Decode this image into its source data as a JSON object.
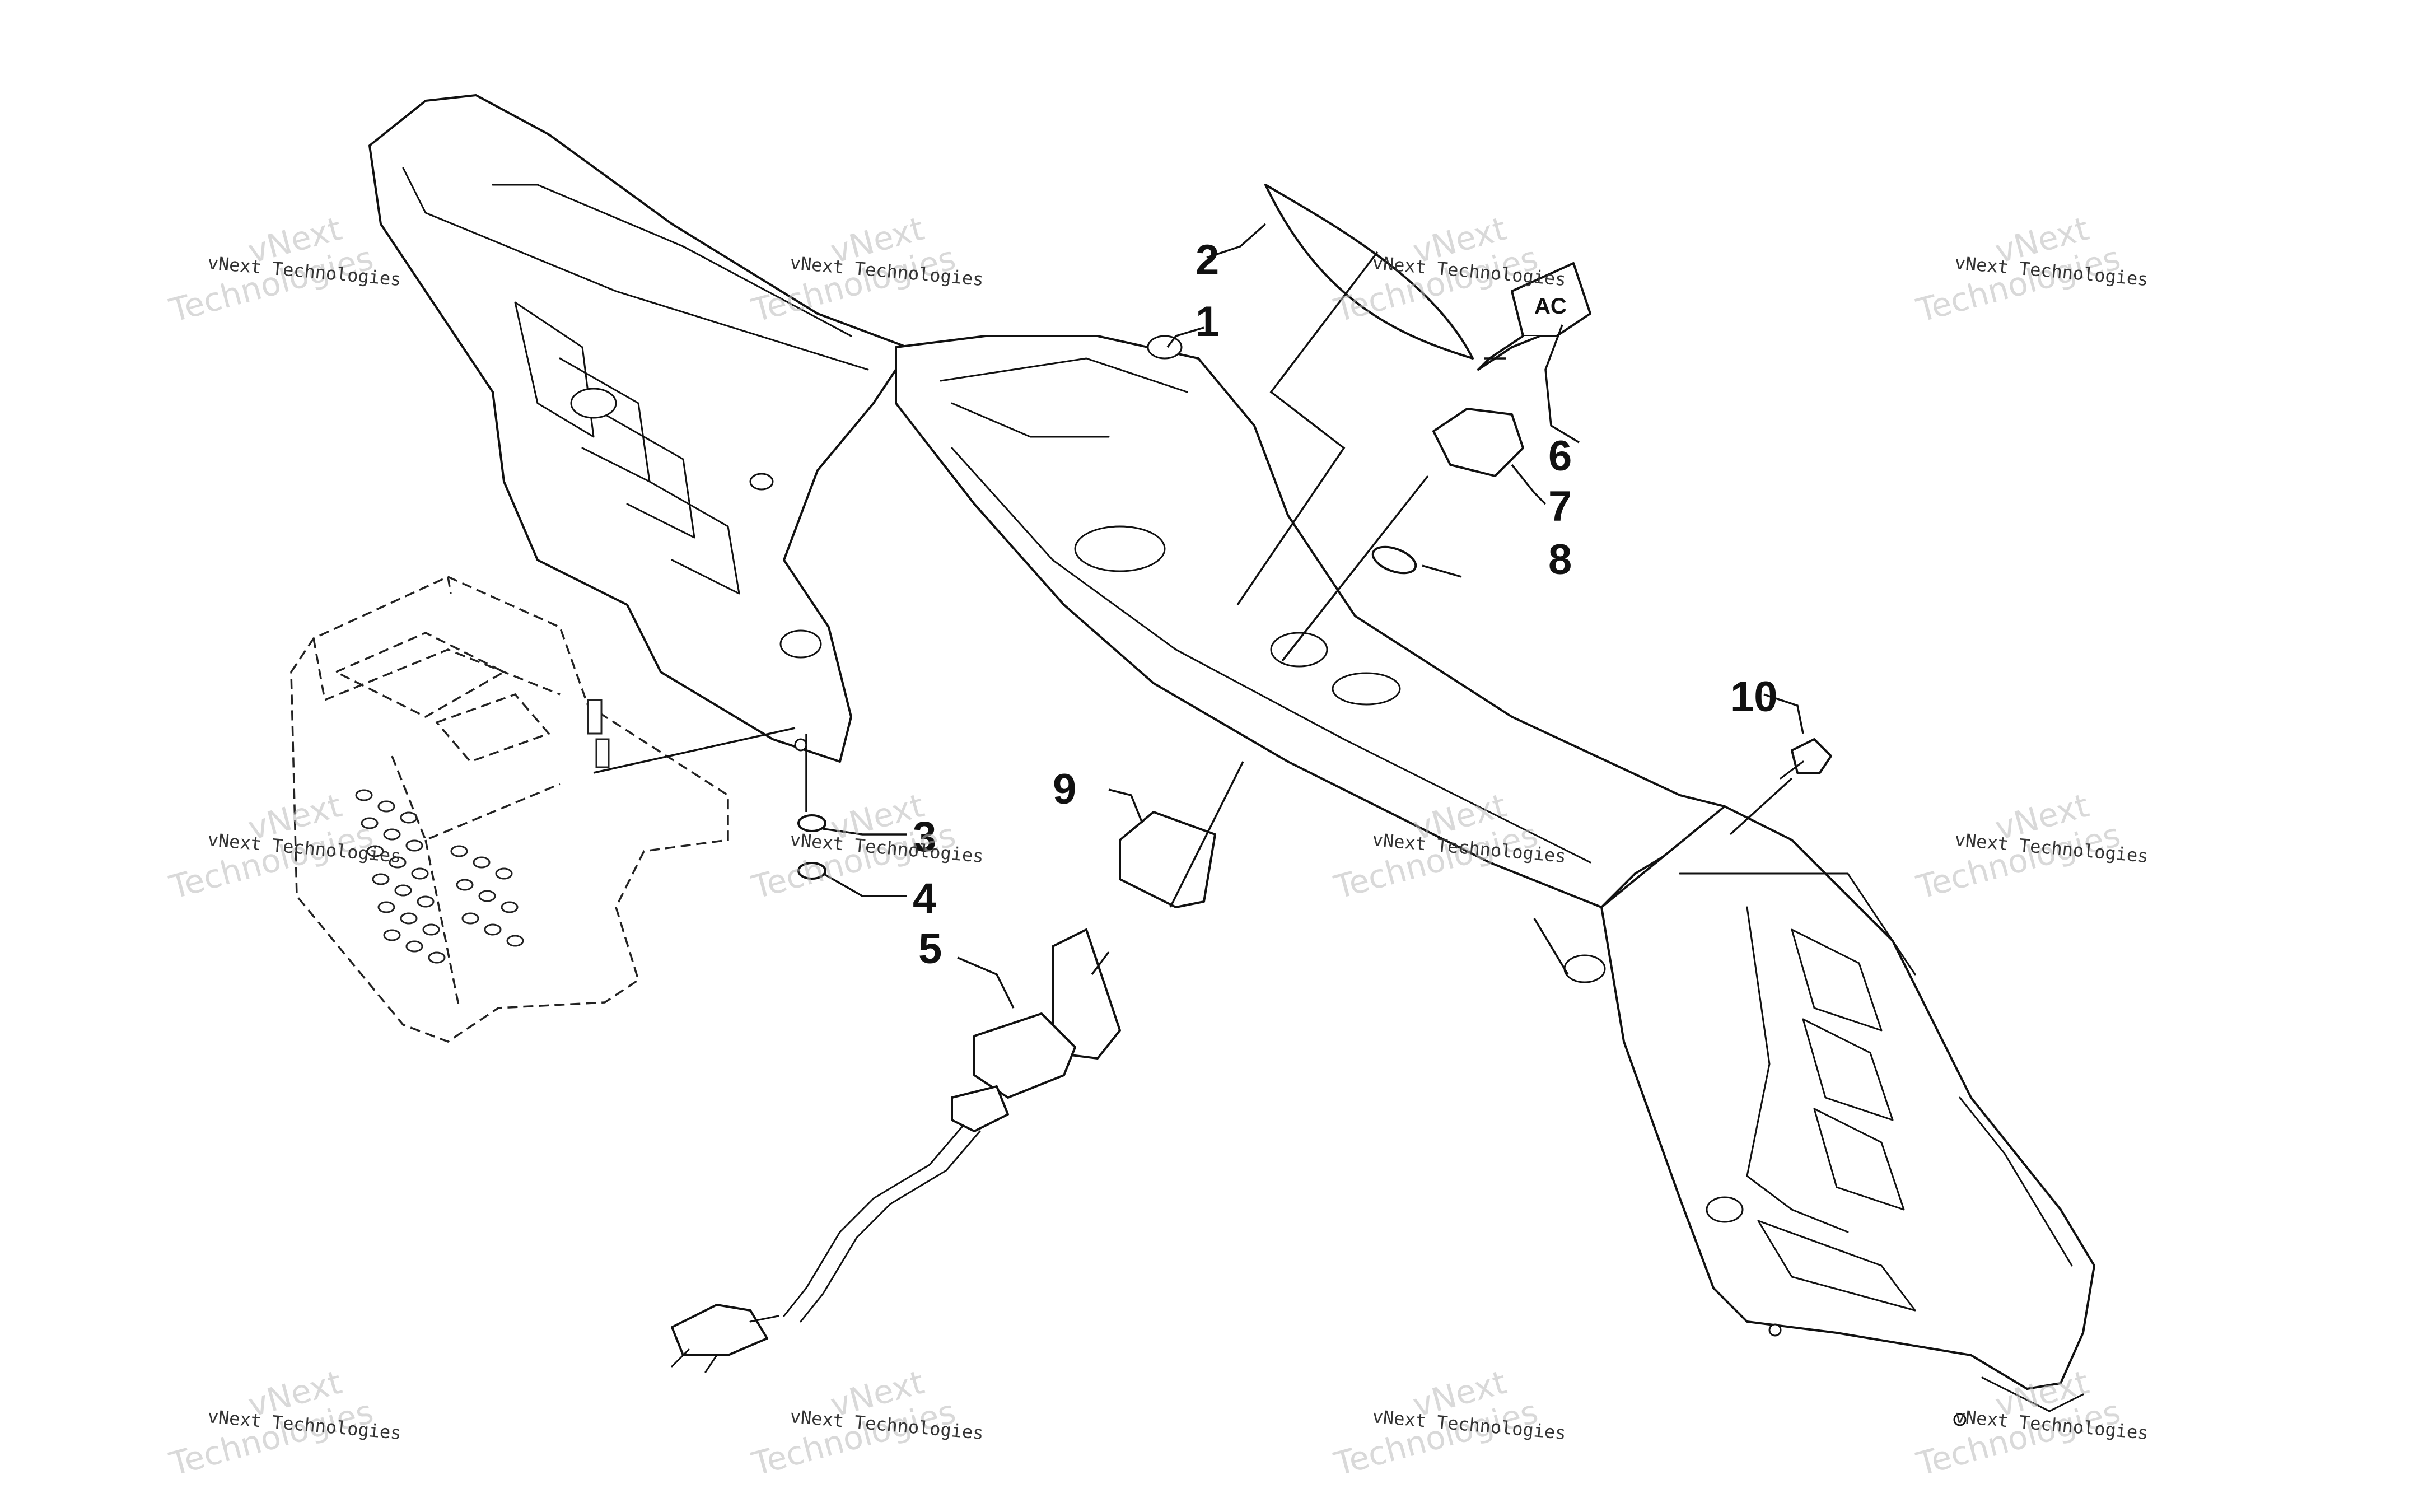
{
  "callouts": [
    {
      "id": "1",
      "label": "1"
    },
    {
      "id": "2",
      "label": "2"
    },
    {
      "id": "3",
      "label": "3"
    },
    {
      "id": "4",
      "label": "4"
    },
    {
      "id": "5",
      "label": "5"
    },
    {
      "id": "6",
      "label": "6"
    },
    {
      "id": "7",
      "label": "7"
    },
    {
      "id": "8",
      "label": "8"
    },
    {
      "id": "9",
      "label": "9"
    },
    {
      "id": "10",
      "label": "10"
    }
  ],
  "watermark": {
    "line_small": "vNext Technologies",
    "big_top": "vNext",
    "big_bottom": "Technologies"
  },
  "logo": {
    "text": "AC"
  }
}
